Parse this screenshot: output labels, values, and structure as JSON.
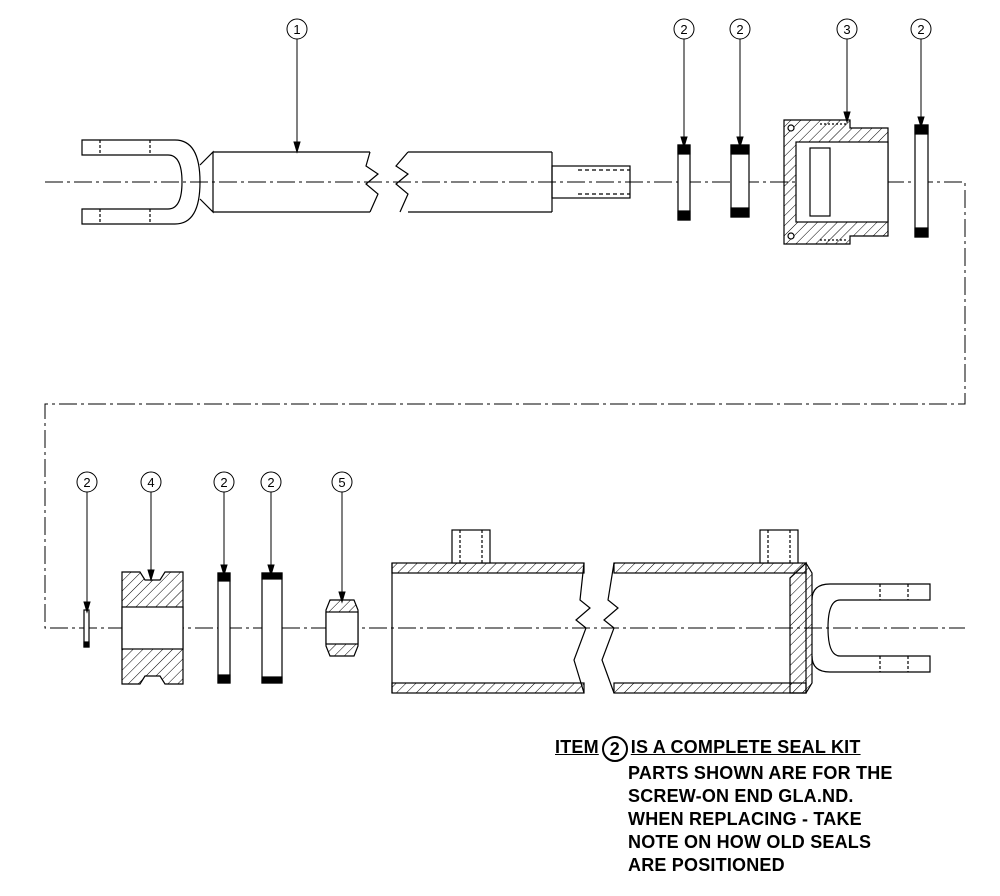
{
  "diagram": {
    "callouts": [
      {
        "label": "1"
      },
      {
        "label": "2"
      },
      {
        "label": "2"
      },
      {
        "label": "3"
      },
      {
        "label": "2"
      },
      {
        "label": "2"
      },
      {
        "label": "4"
      },
      {
        "label": "2"
      },
      {
        "label": "2"
      },
      {
        "label": "5"
      }
    ]
  },
  "note": {
    "title_prefix": "ITEM",
    "title_item": "2",
    "title_suffix": "IS A COMPLETE SEAL KIT",
    "lines": [
      "PARTS SHOWN ARE FOR THE",
      "SCREW-ON END GLA.ND.",
      "WHEN REPLACING - TAKE",
      "NOTE ON HOW OLD SEALS",
      "ARE POSITIONED"
    ]
  }
}
